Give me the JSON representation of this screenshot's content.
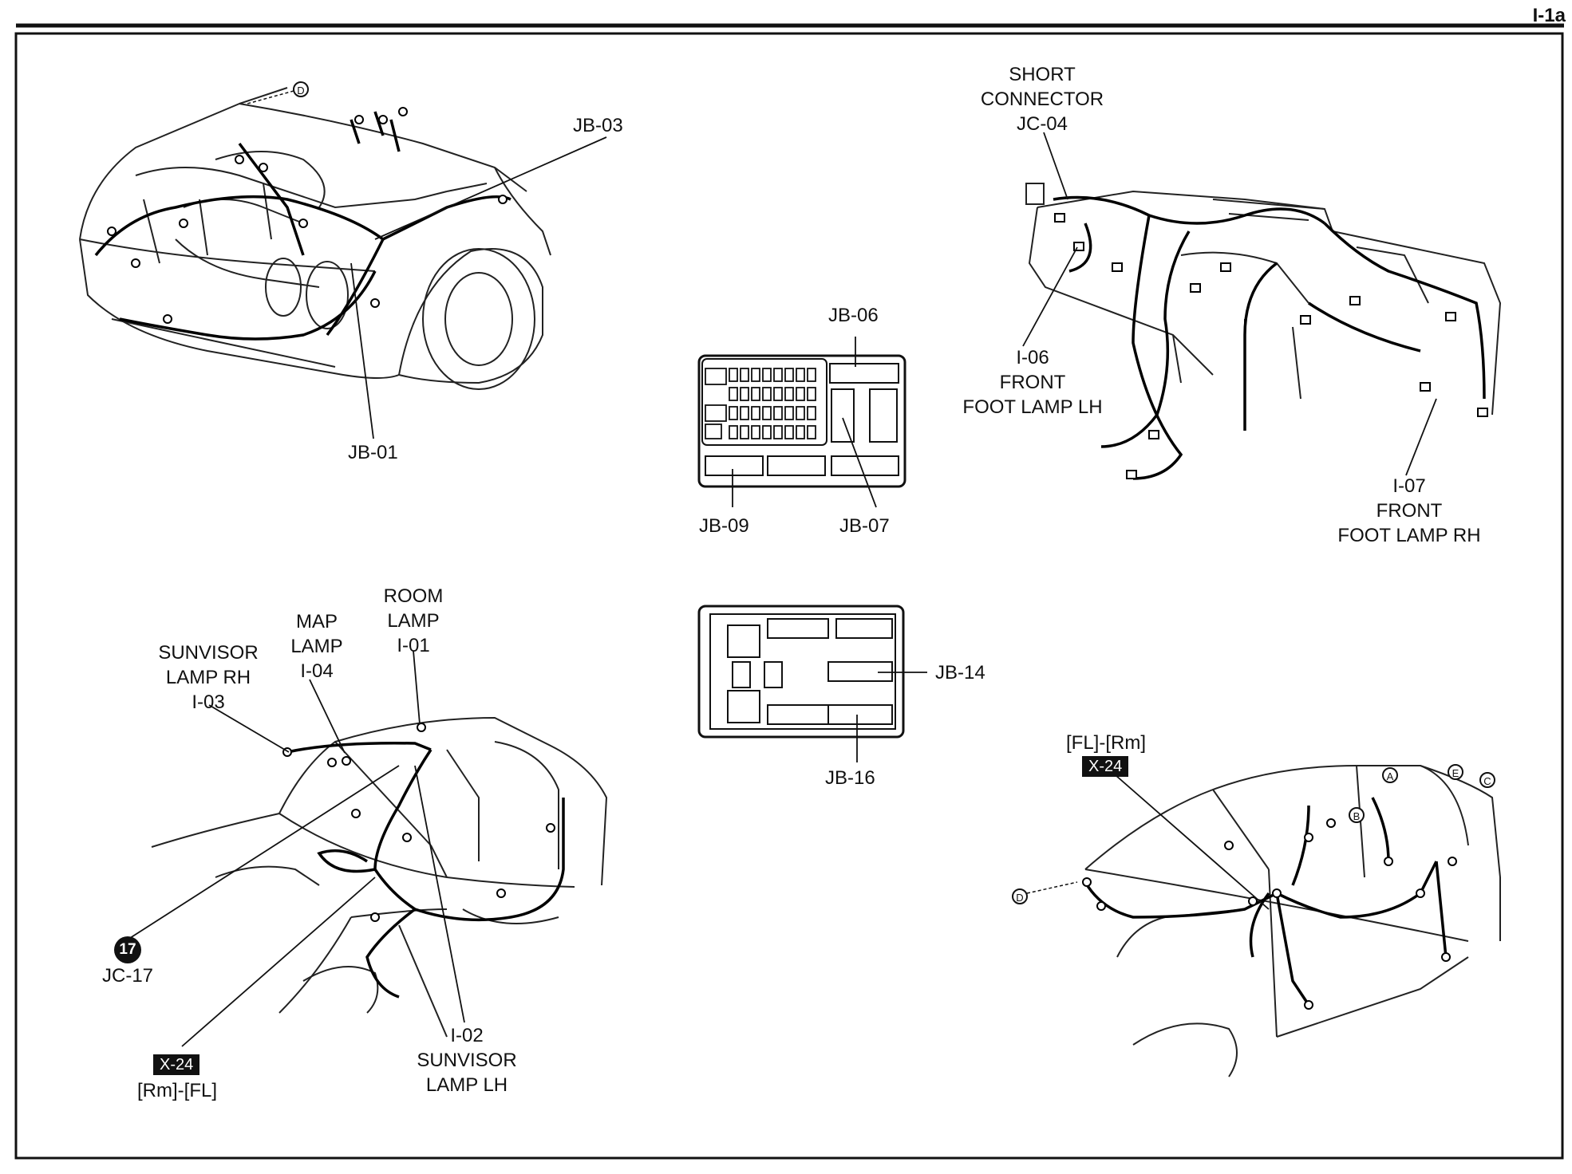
{
  "page_id": "I-1a",
  "labels": {
    "jb03": "JB-03",
    "jb01": "JB-01",
    "jb06": "JB-06",
    "jb09": "JB-09",
    "jb07": "JB-07",
    "jb14": "JB-14",
    "jb16": "JB-16",
    "short_connector": [
      "SHORT",
      "CONNECTOR",
      "JC-04"
    ],
    "i06": [
      "I-06",
      "FRONT",
      "FOOT LAMP LH"
    ],
    "i07": [
      "I-07",
      "FRONT",
      "FOOT LAMP RH"
    ],
    "sunvisor_rh": [
      "SUNVISOR",
      "LAMP RH",
      "I-03"
    ],
    "map_lamp": [
      "MAP",
      "LAMP",
      "I-04"
    ],
    "room_lamp": [
      "ROOM",
      "LAMP",
      "I-01"
    ],
    "i02": [
      "I-02",
      "SUNVISOR",
      "LAMP LH"
    ],
    "jc17": "JC-17",
    "jc17_number": "17",
    "x24_left_badge": "X-24",
    "x24_left_caption": "[Rm]-[FL]",
    "x24_right_badge": "X-24",
    "x24_right_caption": "[FL]-[Rm]"
  },
  "connector_marks": {
    "d_top": "D",
    "d_right": "D",
    "a": "A",
    "b": "B",
    "c": "C",
    "e": "E"
  }
}
